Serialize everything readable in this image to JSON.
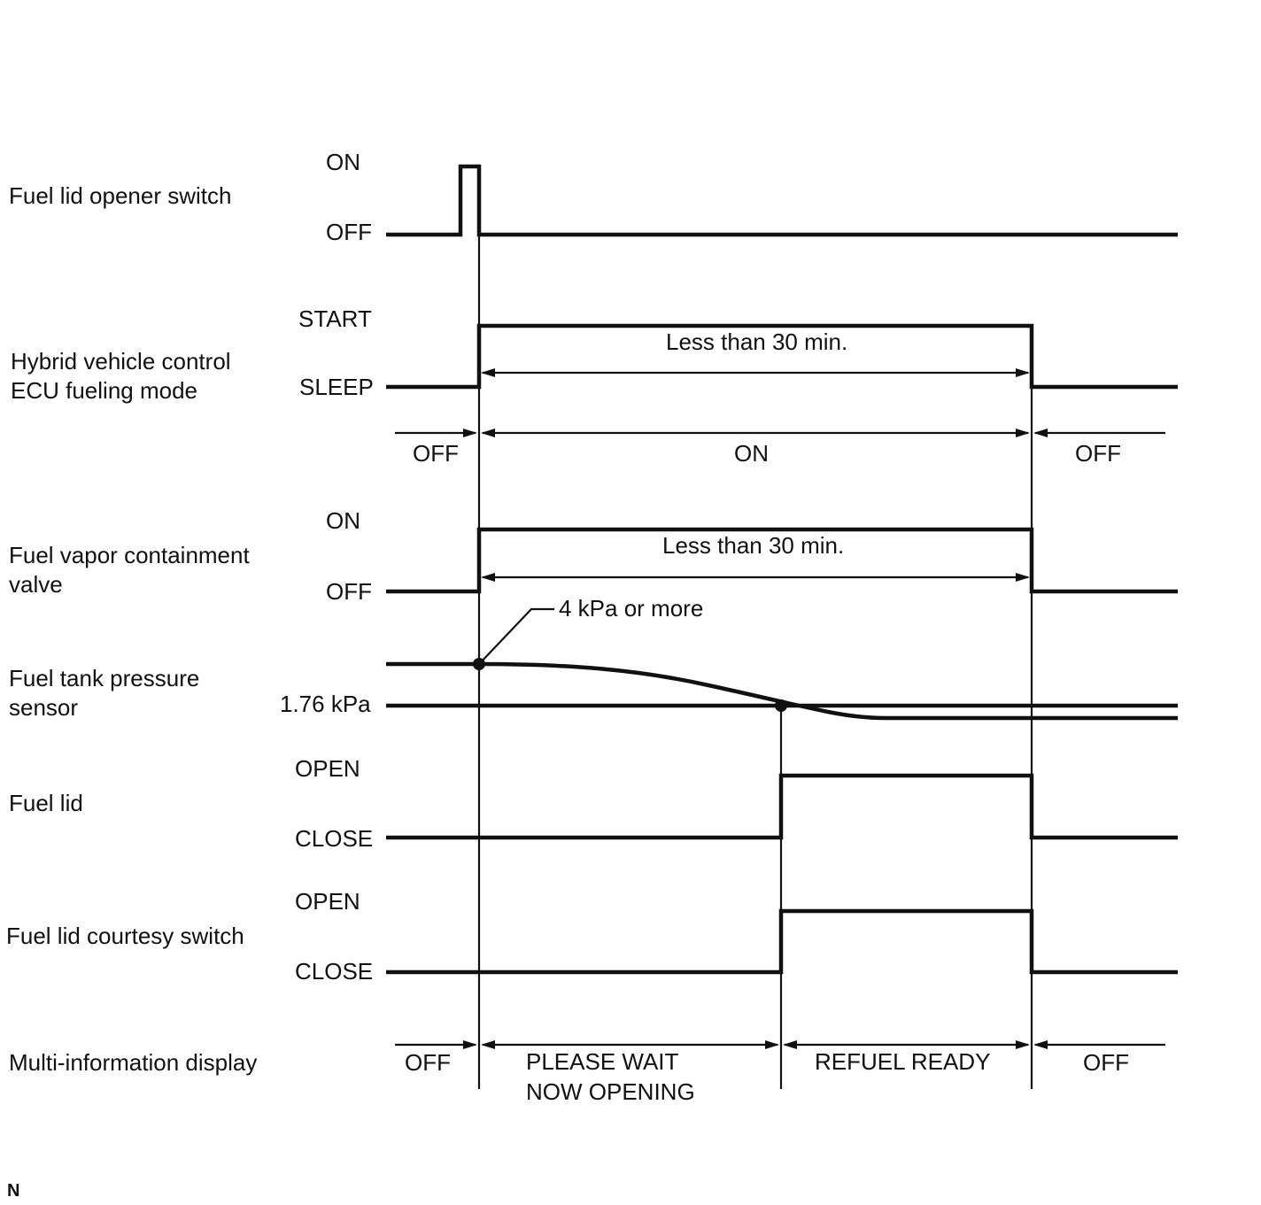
{
  "signals": {
    "opener_switch": {
      "name": "Fuel lid opener switch",
      "high": "ON",
      "low": "OFF"
    },
    "ecu_mode": {
      "name_line1": "Hybrid vehicle control",
      "name_line2": "ECU fueling mode",
      "high": "START",
      "low": "SLEEP"
    },
    "vapor_valve": {
      "name_line1": "Fuel vapor containment",
      "name_line2": "valve",
      "high": "ON",
      "low": "OFF"
    },
    "tank_pressure": {
      "name_line1": "Fuel tank pressure",
      "name_line2": "sensor",
      "threshold": "1.76 kPa",
      "annotation": "4 kPa or more"
    },
    "fuel_lid": {
      "name": "Fuel lid",
      "high": "OPEN",
      "low": "CLOSE"
    },
    "courtesy_switch": {
      "name": "Fuel lid courtesy switch",
      "high": "OPEN",
      "low": "CLOSE"
    },
    "mid_display": {
      "name": "Multi-information display"
    }
  },
  "durations": {
    "ecu_start": "Less than 30 min.",
    "valve_on": "Less than 30 min."
  },
  "ecu_power_states": {
    "before": "OFF",
    "during": "ON",
    "after": "OFF"
  },
  "display_states": {
    "off_before": "OFF",
    "wait_line1": "PLEASE WAIT",
    "wait_line2": "NOW OPENING",
    "ready": "REFUEL READY",
    "off_after": "OFF"
  },
  "corner_mark": "N"
}
